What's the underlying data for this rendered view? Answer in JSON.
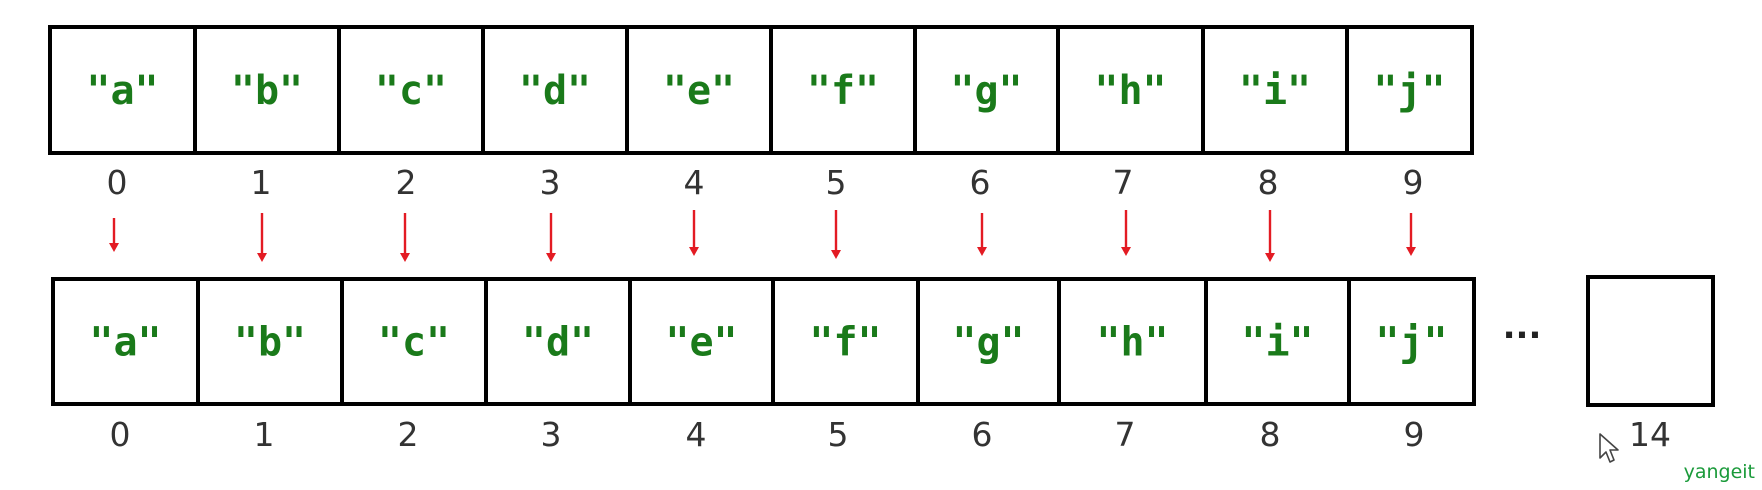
{
  "source_array": {
    "cells": [
      "\"a\"",
      "\"b\"",
      "\"c\"",
      "\"d\"",
      "\"e\"",
      "\"f\"",
      "\"g\"",
      "\"h\"",
      "\"i\"",
      "\"j\""
    ],
    "indices": [
      "0",
      "1",
      "2",
      "3",
      "4",
      "5",
      "6",
      "7",
      "8",
      "9"
    ]
  },
  "target_array": {
    "cells": [
      "\"a\"",
      "\"b\"",
      "\"c\"",
      "\"d\"",
      "\"e\"",
      "\"f\"",
      "\"g\"",
      "\"h\"",
      "\"i\"",
      "\"j\""
    ],
    "indices": [
      "0",
      "1",
      "2",
      "3",
      "4",
      "5",
      "6",
      "7",
      "8",
      "9"
    ],
    "ellipsis": "...",
    "last_cell_value": "",
    "last_index": "14"
  },
  "arrow_color": "#e31b23",
  "cell_text_color": "#1a7a1a",
  "watermark": "yangeit"
}
